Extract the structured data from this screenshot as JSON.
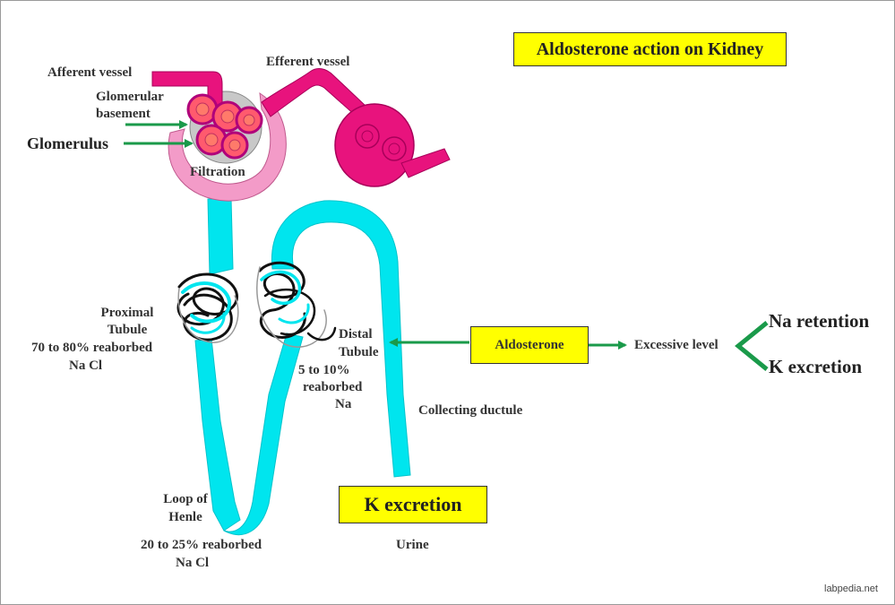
{
  "title": "Aldosterone action on Kidney",
  "labels": {
    "afferent_vessel": "Afferent vessel",
    "efferent_vessel": "Efferent vessel",
    "glomerular_basement_1": "Glomerular",
    "glomerular_basement_2": "basement",
    "glomerulus": "Glomerulus",
    "filtration": "Filtration",
    "proximal_1": "Proximal",
    "proximal_2": "Tubule",
    "proximal_3": "70 to 80% reaborbed",
    "proximal_4": "Na Cl",
    "distal_1": "Distal",
    "distal_2": "Tubule",
    "distal_3": "5 to 10%",
    "distal_4": "reaborbed",
    "distal_5": "Na",
    "collecting": "Collecting ductule",
    "loop_1": "Loop of",
    "loop_2": "Henle",
    "loop_3": "20 to 25% reaborbed",
    "loop_4": "Na Cl",
    "urine": "Urine",
    "aldosterone": "Aldosterone",
    "excessive": "Excessive level",
    "na_retention": "Na retention",
    "k_excretion_right": "K excretion",
    "k_excretion_box": "K excretion",
    "credit": "labpedia.net"
  },
  "colors": {
    "tubule": "#00e5ee",
    "vessel": "#e8137d",
    "capsule": "#f39bc8",
    "capillary_fill": "#ff5a6e",
    "arrow": "#1a9a4a",
    "box": "#ffff00"
  }
}
